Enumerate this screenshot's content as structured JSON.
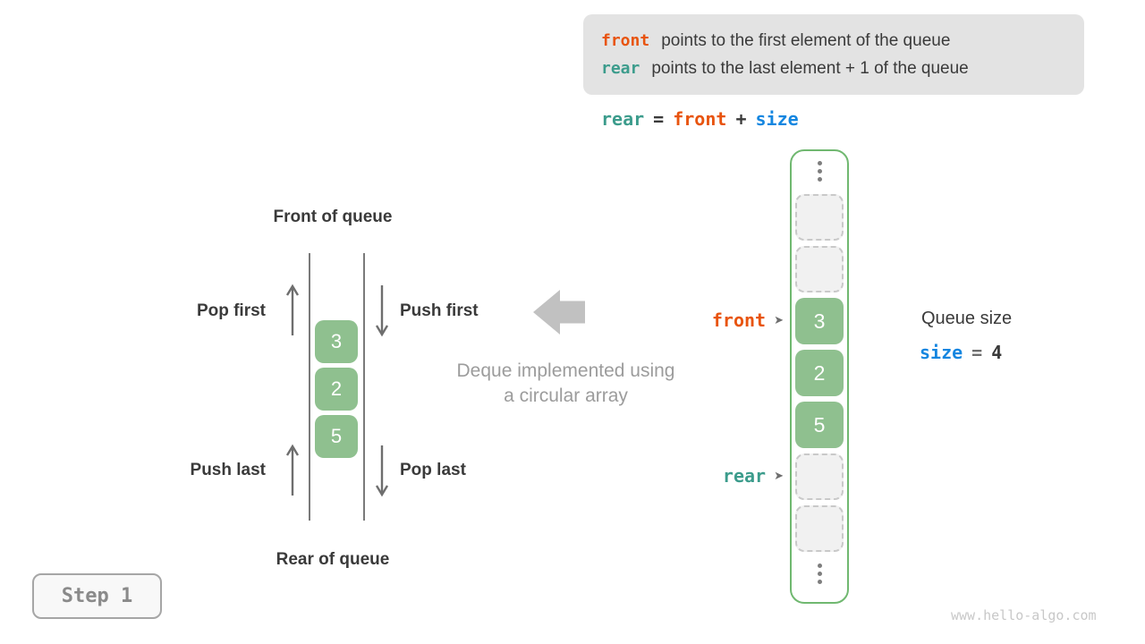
{
  "colors": {
    "orange": "#E8540E",
    "teal": "#3C9C8C",
    "blue": "#1486E0",
    "green_cell": "#8FC08F",
    "green_border": "#70B870",
    "dark_text": "#3A3A3A",
    "caption_gray": "#9C9C9C",
    "info_box_bg": "#E3E3E3"
  },
  "legend": {
    "lines": [
      {
        "code": "front",
        "text": "points to the first element of the queue"
      },
      {
        "code": "rear",
        "text": "points to the last element + 1 of the queue"
      }
    ]
  },
  "formula": {
    "tokens": [
      "rear",
      "=",
      "front",
      "+",
      "size"
    ]
  },
  "deque": {
    "front_label": "Front of queue",
    "rear_label": "Rear of queue",
    "ops": {
      "pop_first": "Pop first",
      "push_first": "Push first",
      "push_last": "Push last",
      "pop_last": "Pop last"
    },
    "values": [
      "3",
      "2",
      "5"
    ]
  },
  "caption": {
    "line1": "Deque implemented using",
    "line2": "a circular array"
  },
  "array": {
    "cells": [
      {
        "type": "empty"
      },
      {
        "type": "empty"
      },
      {
        "type": "filled",
        "value": "3"
      },
      {
        "type": "filled",
        "value": "2"
      },
      {
        "type": "filled",
        "value": "5"
      },
      {
        "type": "empty"
      },
      {
        "type": "empty"
      }
    ],
    "front_label": "front",
    "rear_label": "rear"
  },
  "icons": {
    "pointer_arrow": "➤"
  },
  "queue_size": {
    "title": "Queue size",
    "code": "size",
    "equals": "=",
    "value": "4"
  },
  "step_label": "Step 1",
  "watermark": "www.hello-algo.com"
}
